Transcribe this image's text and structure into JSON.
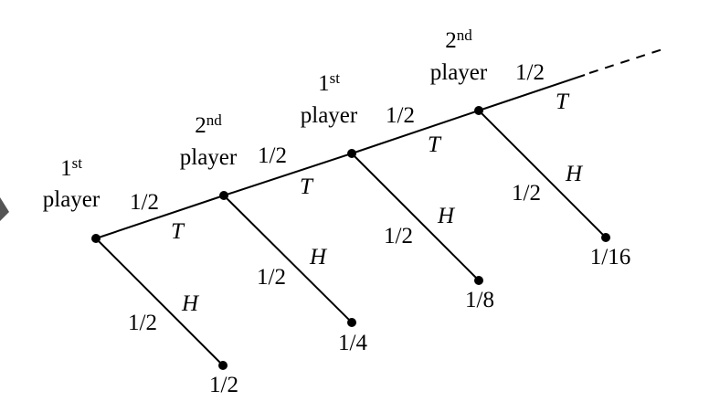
{
  "players": [
    {
      "ordinal": "1",
      "suffix": "st",
      "word": "player"
    },
    {
      "ordinal": "2",
      "suffix": "nd",
      "word": "player"
    },
    {
      "ordinal": "1",
      "suffix": "st",
      "word": "player"
    },
    {
      "ordinal": "2",
      "suffix": "nd",
      "word": "player"
    }
  ],
  "tails": {
    "outcome": "T",
    "probability": "1/2"
  },
  "heads": {
    "outcome": "H",
    "probability": "1/2"
  },
  "leaves": [
    "1/2",
    "1/4",
    "1/8",
    "1/16"
  ],
  "colors": {
    "line": "#000000",
    "node": "#000000",
    "background": "#ffffff",
    "cursor": "#555555"
  },
  "icons": {
    "cursor": "arrow-cursor-icon"
  }
}
